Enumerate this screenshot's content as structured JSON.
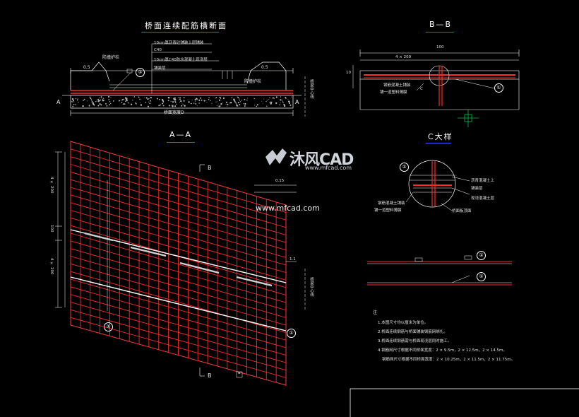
{
  "titles": {
    "cross_section": "桥面连续配筋横断面",
    "section_bb": "B—B",
    "section_aa": "A—A",
    "detail_c": "C大样"
  },
  "cross_section_labels": {
    "rail_left": "防撞护栏",
    "rail_right": "防撞护栏",
    "deck_width": "桥面宽度D",
    "layer1": "10cm厚沥青砼铺装上层铺装",
    "layer2": "C40",
    "layer3": "10cm厚C40防水混凝土现浇层",
    "layer4": "铺装层",
    "dim_left": "0.5",
    "dim_right": "0.5",
    "marker_a_left": "A",
    "marker_a_right": "A",
    "side_note": "桥梁中心线"
  },
  "bb_labels": {
    "dim_total": "100",
    "dim_seg": "4 × 200",
    "label1": "钢筋混凝土铺装",
    "label2": "铺一道塑料薄膜",
    "label_c": "C",
    "label_10": "10"
  },
  "aa_labels": {
    "cut_top": "B",
    "cut_bottom": "B",
    "dim_left_top": "4 × 200",
    "dim_left_mid": "100",
    "dim_left_bot": "4 × 200",
    "dim_right_top": "0.15",
    "dim_right_mid": "1.1",
    "side_note": "桥梁中心线",
    "alpha": "α"
  },
  "detail_labels": {
    "l1": "钢筋混凝土铺装",
    "l2": "铺一道塑料薄膜",
    "r1": "沥青混凝土上",
    "r2": "铺装层",
    "r3": "现浇混凝土层",
    "r4": "桥面板顶面"
  },
  "bubbles": {
    "b1": "①",
    "b2": "①",
    "b3": "①",
    "b4": "①",
    "b5": "①",
    "b6": "①"
  },
  "notes": {
    "heading": "注",
    "items": [
      "1.本图尺寸均以厘米为单位。",
      "2.桥面连续钢筋与桥面铺装钢筋网绑扎。",
      "3.桥面连续钢筋需与桥面现浇层同时施工。",
      "4.钢筋网尺寸根据不同桥面宽度：2 × 9.5m，2 × 12.5m，2 × 14.5m。",
      "钢筋网尺寸根据不同桥面宽度：2 × 10.25m，2 × 11.5m，2 × 11.75m。"
    ]
  },
  "watermarks": {
    "logo_text": "沐风CAD",
    "logo_url": "www.mfcad.com",
    "url": "www.mfcad.com"
  },
  "colors": {
    "background": "#000000",
    "line": "#ffffff",
    "rebar": "#ff2a2a",
    "underline": "#3a5bff",
    "marker": "#00c040"
  }
}
